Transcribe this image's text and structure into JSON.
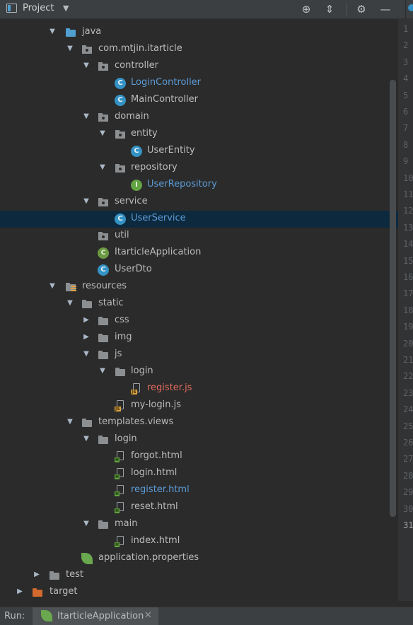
{
  "toolbar": {
    "title": "Project",
    "dropdown_glyph": "▼",
    "locate_glyph": "⊕",
    "collapse_glyph": "⇕",
    "settings_glyph": "⚙",
    "hide_glyph": "—"
  },
  "tree": {
    "expanded_glyph": "▼",
    "collapsed_glyph": "▶",
    "rows": [
      {
        "label": "java",
        "icon": "source-folder-icon",
        "arrow": "expanded",
        "color": "normal"
      },
      {
        "label": "com.mtjin.itarticle",
        "icon": "package-icon",
        "arrow": "expanded",
        "color": "normal"
      },
      {
        "label": "controller",
        "icon": "package-icon",
        "arrow": "expanded",
        "color": "normal"
      },
      {
        "label": "LoginController",
        "icon": "class-icon",
        "icon_letter": "C",
        "color": "blue"
      },
      {
        "label": "MainController",
        "icon": "class-icon",
        "icon_letter": "C",
        "color": "normal"
      },
      {
        "label": "domain",
        "icon": "package-icon",
        "arrow": "expanded",
        "color": "normal"
      },
      {
        "label": "entity",
        "icon": "package-icon",
        "arrow": "expanded",
        "color": "normal"
      },
      {
        "label": "UserEntity",
        "icon": "class-icon",
        "icon_letter": "C",
        "color": "normal"
      },
      {
        "label": "repository",
        "icon": "package-icon",
        "arrow": "expanded",
        "color": "normal"
      },
      {
        "label": "UserRepository",
        "icon": "interface-icon",
        "icon_letter": "I",
        "color": "blue"
      },
      {
        "label": "service",
        "icon": "package-icon",
        "arrow": "expanded",
        "color": "normal"
      },
      {
        "label": "UserService",
        "icon": "class-icon",
        "icon_letter": "C",
        "color": "blue",
        "selected": true
      },
      {
        "label": "util",
        "icon": "package-icon",
        "color": "normal"
      },
      {
        "label": "ItarticleApplication",
        "icon": "spring-boot-class-icon",
        "icon_letter": "C",
        "color": "normal"
      },
      {
        "label": "UserDto",
        "icon": "class-icon",
        "icon_letter": "C",
        "color": "normal"
      },
      {
        "label": "resources",
        "icon": "resources-folder-icon",
        "arrow": "expanded",
        "color": "normal"
      },
      {
        "label": "static",
        "icon": "folder-icon",
        "arrow": "expanded",
        "color": "normal"
      },
      {
        "label": "css",
        "icon": "folder-icon",
        "arrow": "collapsed",
        "color": "normal"
      },
      {
        "label": "img",
        "icon": "folder-icon",
        "arrow": "collapsed",
        "color": "normal"
      },
      {
        "label": "js",
        "icon": "folder-icon",
        "arrow": "expanded",
        "color": "normal"
      },
      {
        "label": "login",
        "icon": "folder-icon",
        "arrow": "expanded",
        "color": "normal"
      },
      {
        "label": "register.js",
        "icon": "js-file-icon",
        "icon_letter": "JS",
        "color": "red"
      },
      {
        "label": "my-login.js",
        "icon": "js-file-icon",
        "icon_letter": "JS",
        "color": "normal"
      },
      {
        "label": "templates.views",
        "icon": "folder-icon",
        "arrow": "expanded",
        "color": "normal"
      },
      {
        "label": "login",
        "icon": "folder-icon",
        "arrow": "expanded",
        "color": "normal"
      },
      {
        "label": "forgot.html",
        "icon": "html-file-icon",
        "icon_letter": "H",
        "color": "normal"
      },
      {
        "label": "login.html",
        "icon": "html-file-icon",
        "icon_letter": "H",
        "color": "normal"
      },
      {
        "label": "register.html",
        "icon": "html-file-icon",
        "icon_letter": "H",
        "color": "blue"
      },
      {
        "label": "reset.html",
        "icon": "html-file-icon",
        "icon_letter": "H",
        "color": "normal"
      },
      {
        "label": "main",
        "icon": "folder-icon",
        "arrow": "expanded",
        "color": "normal"
      },
      {
        "label": "index.html",
        "icon": "html-file-icon",
        "icon_letter": "H",
        "color": "normal"
      },
      {
        "label": "application.properties",
        "icon": "spring-properties-icon",
        "icon_letter": "",
        "color": "normal"
      },
      {
        "label": "test",
        "icon": "folder-icon",
        "arrow": "collapsed",
        "color": "normal"
      },
      {
        "label": "target",
        "icon": "excluded-folder-icon",
        "arrow": "collapsed",
        "color": "normal"
      }
    ]
  },
  "gutter": {
    "line_numbers": [
      "1",
      "2",
      "3",
      "4",
      "5",
      "6",
      "7",
      "8",
      "9",
      "10",
      "11",
      "12",
      "13",
      "14",
      "15",
      "16",
      "17",
      "18",
      "19",
      "20",
      "21",
      "22",
      "23",
      "24",
      "25",
      "26",
      "27",
      "28",
      "29",
      "30",
      "31"
    ],
    "current_line": "31"
  },
  "runbar": {
    "label": "Run:",
    "tab_label": "ItarticleApplication",
    "close_glyph": "✕"
  },
  "colors": {
    "background": "#2b2b2b",
    "toolbar": "#3c3f41",
    "selected_row": "#0d293e",
    "label_blue": "#5c9bd6",
    "label_red": "#e36a5c",
    "class_icon": "#3592c4",
    "interface_icon": "#62a343"
  }
}
